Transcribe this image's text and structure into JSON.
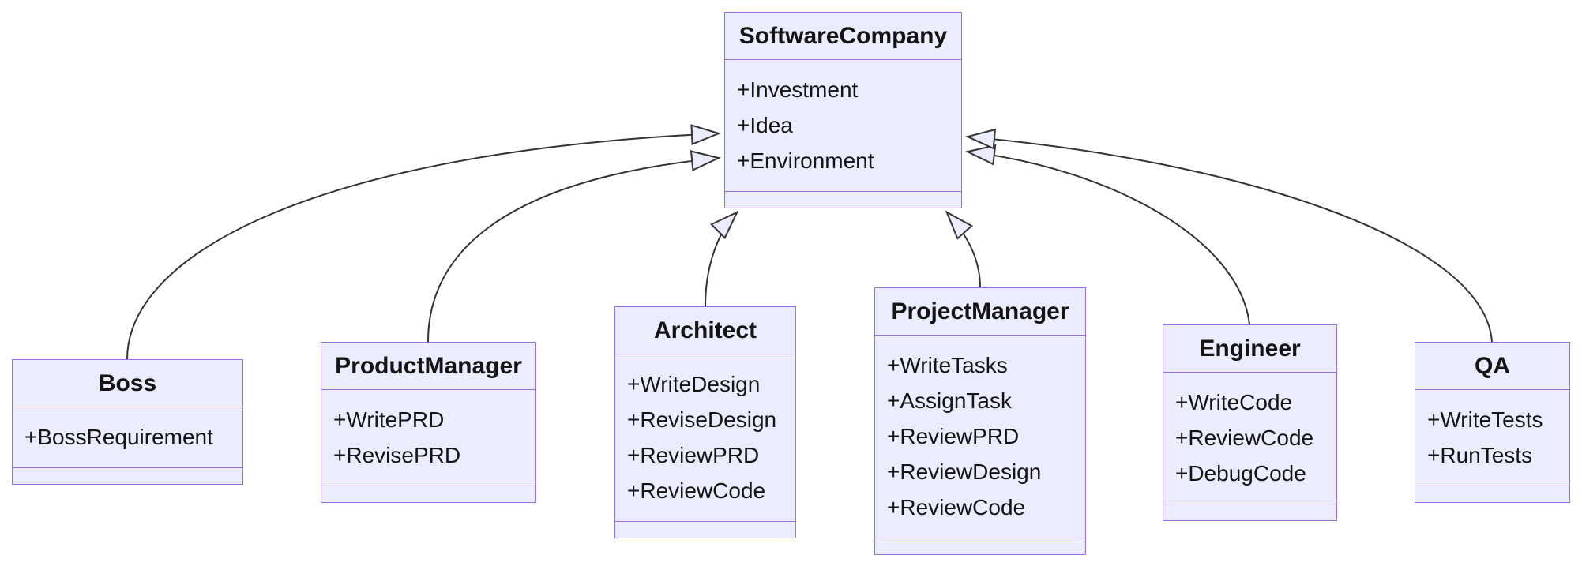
{
  "diagram": {
    "kind": "uml-class-diagram",
    "classes": [
      {
        "id": "SoftwareCompany",
        "name": "SoftwareCompany",
        "members": [
          "+Investment",
          "+Idea",
          "+Environment"
        ]
      },
      {
        "id": "Boss",
        "name": "Boss",
        "members": [
          "+BossRequirement"
        ]
      },
      {
        "id": "ProductManager",
        "name": "ProductManager",
        "members": [
          "+WritePRD",
          "+RevisePRD"
        ]
      },
      {
        "id": "Architect",
        "name": "Architect",
        "members": [
          "+WriteDesign",
          "+ReviseDesign",
          "+ReviewPRD",
          "+ReviewCode"
        ]
      },
      {
        "id": "ProjectManager",
        "name": "ProjectManager",
        "members": [
          "+WriteTasks",
          "+AssignTask",
          "+ReviewPRD",
          "+ReviewDesign",
          "+ReviewCode"
        ]
      },
      {
        "id": "Engineer",
        "name": "Engineer",
        "members": [
          "+WriteCode",
          "+ReviewCode",
          "+DebugCode"
        ]
      },
      {
        "id": "QA",
        "name": "QA",
        "members": [
          "+WriteTests",
          "+RunTests"
        ]
      }
    ],
    "relations": [
      {
        "from": "Boss",
        "to": "SoftwareCompany",
        "type": "inheritance",
        "arrowhead": "hollow-triangle"
      },
      {
        "from": "ProductManager",
        "to": "SoftwareCompany",
        "type": "inheritance",
        "arrowhead": "hollow-triangle"
      },
      {
        "from": "Architect",
        "to": "SoftwareCompany",
        "type": "inheritance",
        "arrowhead": "hollow-triangle"
      },
      {
        "from": "ProjectManager",
        "to": "SoftwareCompany",
        "type": "inheritance",
        "arrowhead": "hollow-triangle"
      },
      {
        "from": "Engineer",
        "to": "SoftwareCompany",
        "type": "inheritance",
        "arrowhead": "hollow-triangle"
      },
      {
        "from": "QA",
        "to": "SoftwareCompany",
        "type": "inheritance",
        "arrowhead": "hollow-triangle"
      }
    ],
    "colors": {
      "node_fill": "#ECECFF",
      "node_border": "#9370DB",
      "edge_stroke": "#333333",
      "arrowhead_fill": "#ECECFF",
      "text": "#141414",
      "background": "#FFFFFF"
    }
  }
}
